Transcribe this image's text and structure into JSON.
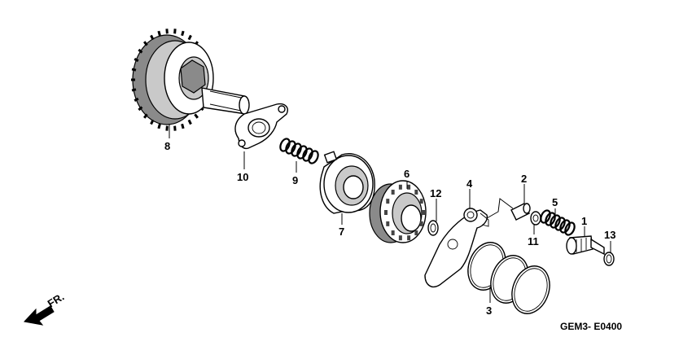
{
  "diagram": {
    "code": "GEM3- E0400",
    "front_label": "FR.",
    "callouts": [
      "1",
      "2",
      "3",
      "4",
      "5",
      "6",
      "7",
      "8",
      "9",
      "10",
      "11",
      "12",
      "13"
    ]
  }
}
